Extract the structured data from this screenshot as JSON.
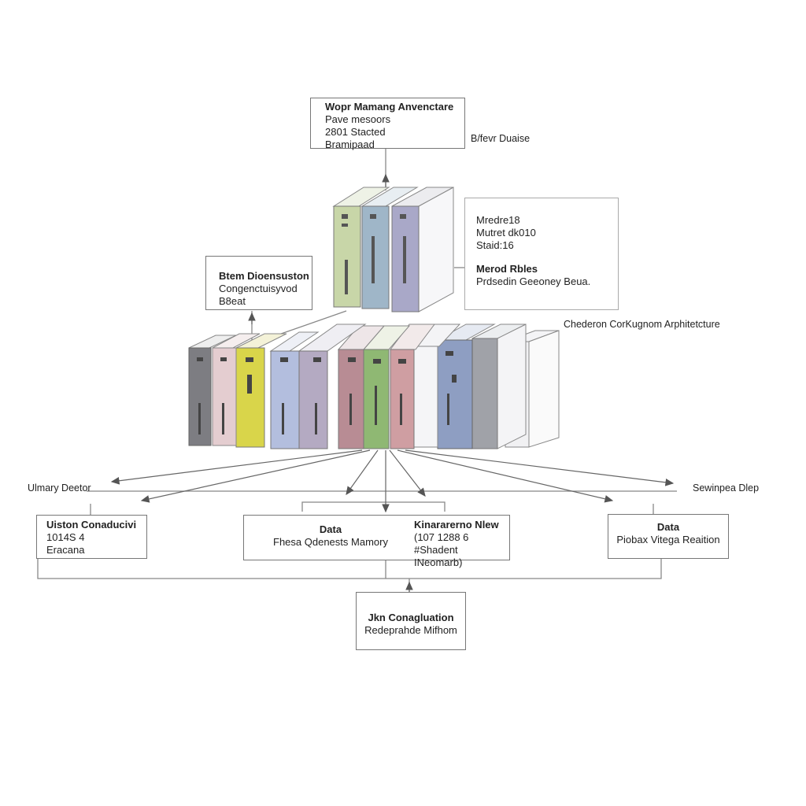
{
  "top_box": {
    "title": "Wopr Mamang Anvenctare",
    "lines": [
      "Pave mesoors",
      "2801 Stacted",
      "Bramipaad"
    ]
  },
  "top_side_label": "B/fevr Duaise",
  "right_box": {
    "lines": [
      "Mredre18",
      "Mutret dk010",
      "Staid:16"
    ],
    "title": "Merod Rbles",
    "subtitle": "Prdsedin Geeoney Beua."
  },
  "left_box": {
    "title": "Btem Dioensuston",
    "lines": [
      "Congenctuisyvod",
      "B8eat"
    ]
  },
  "arch_label": "Chederon CorKugnom Arphitetcture",
  "left_line_label": "Ulmary Deetor",
  "right_line_label": "Sewinpea Dlep",
  "box_left": {
    "title": "Uiston Conaducivi",
    "lines": [
      "1014S 4",
      "Eracana"
    ]
  },
  "box_center_data": {
    "title": "Data",
    "lines": [
      "Fhesa Qdenests Mamory"
    ]
  },
  "box_center_right": {
    "title": "Kinararerno Nlew",
    "lines": [
      "(107 1288 6",
      "#Shadent INeomarb)"
    ]
  },
  "box_right": {
    "title": "Data",
    "lines": [
      "Piobax Vitega Reaition"
    ]
  },
  "box_bottom": {
    "title": "Jkn  Conagluation",
    "lines": [
      "Redeprahde Mifhom"
    ]
  },
  "colors": {
    "cabinet_olive": "#c8d6a8",
    "cabinet_blue": "#9fb6c8",
    "cabinet_lavender": "#a9a8c8",
    "cabinet_dark": "#7d7d82",
    "cabinet_pink": "#e4cdd0",
    "cabinet_yellow": "#d9d54a",
    "cabinet_periwinkle": "#b3bede",
    "cabinet_purple": "#b4aac2",
    "cabinet_rose": "#b88c94",
    "cabinet_green": "#8fb873",
    "cabinet_red": "#cf9ea2",
    "cabinet_slate": "#8e9ec2",
    "cabinet_grey": "#a0a2a8",
    "cabinet_white": "#f1f1f3"
  }
}
